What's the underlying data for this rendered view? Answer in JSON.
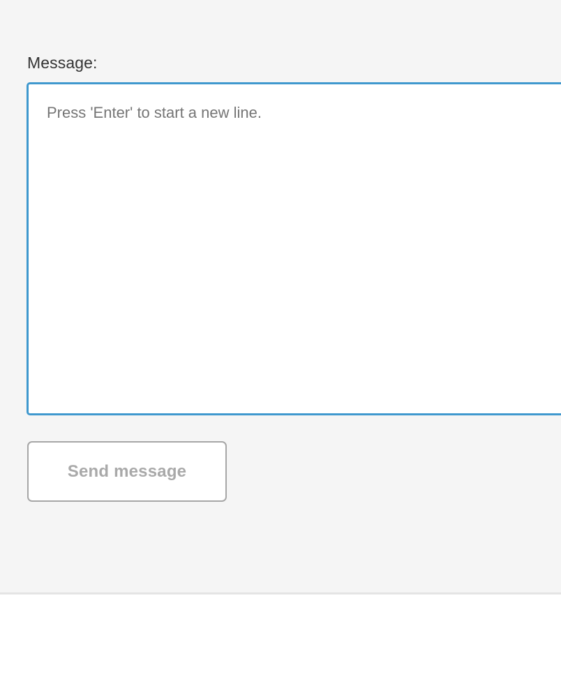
{
  "panel": {
    "background_color": "#f5f5f5",
    "divider_color": "#e4e4e4"
  },
  "form": {
    "label": "Message:",
    "textarea": {
      "placeholder": "Press 'Enter' to start a new line.",
      "value": "",
      "focused": true,
      "focus_border_color": "#3f98ce"
    },
    "send_button": {
      "label": "Send message",
      "disabled": true,
      "text_color": "#a9a9a9",
      "border_color": "#a6a6a6",
      "background_color": "#ffffff"
    }
  }
}
